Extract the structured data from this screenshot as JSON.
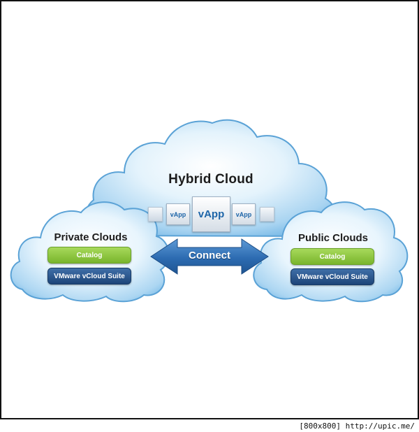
{
  "hybrid": {
    "title": "Hybrid Cloud",
    "apps": {
      "center": "vApp",
      "left": "vApp",
      "right": "vApp"
    }
  },
  "private": {
    "title": "Private Clouds",
    "catalog": "Catalog",
    "suite": "VMware vCloud Suite"
  },
  "public": {
    "title": "Public Clouds",
    "catalog": "Catalog",
    "suite": "VMware vCloud Suite"
  },
  "connect": {
    "label": "Connect"
  },
  "watermark": "[800x800] http://upic.me/",
  "colors": {
    "cloud_light": "#dff0fb",
    "cloud_mid": "#a8d3f0",
    "cloud_outline": "#5aa2d6",
    "catalog_green": "#8cc63f",
    "suite_blue": "#2a5a93",
    "arrow_blue": "#2f6fb3"
  }
}
